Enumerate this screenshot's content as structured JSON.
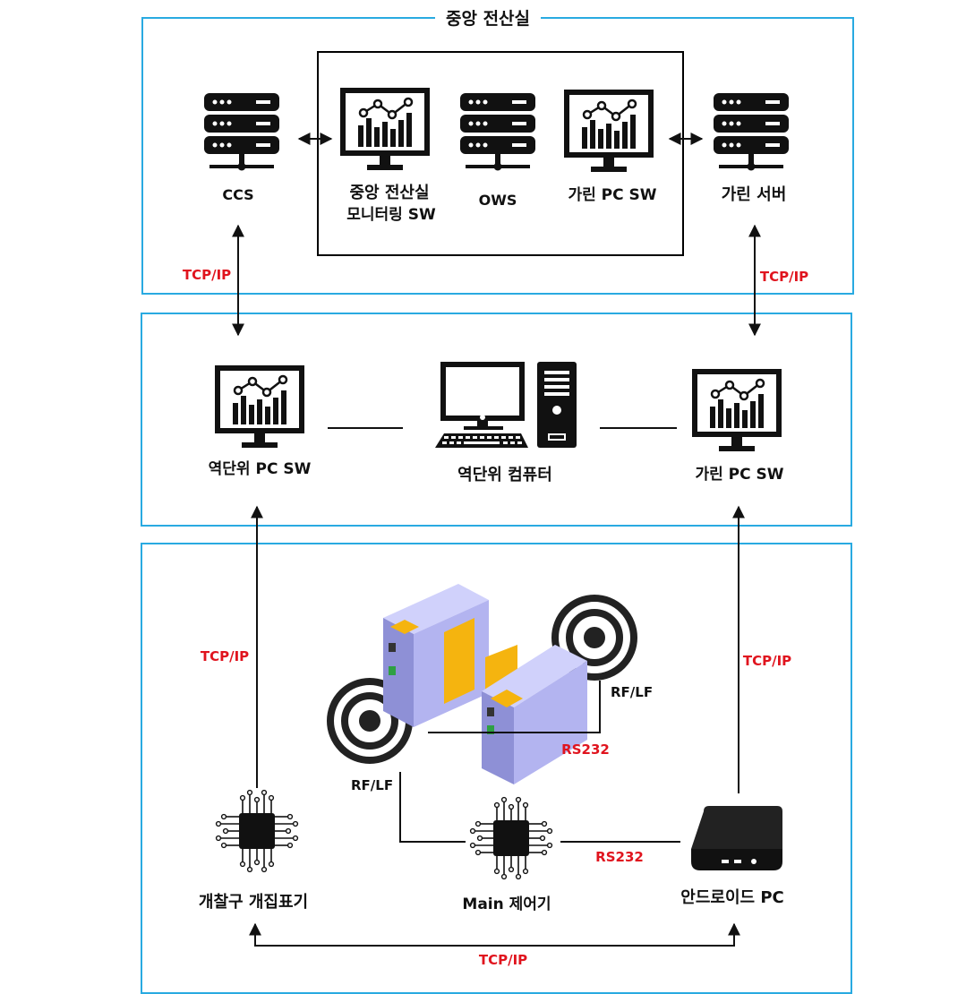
{
  "sections": {
    "central_title": "중앙 전산실"
  },
  "nodes": {
    "ccs": "CCS",
    "central_monitoring_line1": "중앙 전산실",
    "central_monitoring_line2": "모니터링 SW",
    "ows": "OWS",
    "garin_pc_sw_top": "가린 PC SW",
    "garin_server": "가린 서버",
    "station_pc_sw": "역단위 PC SW",
    "station_computer": "역단위 컴퓨터",
    "garin_pc_sw_mid": "가린 PC SW",
    "gate_collector": "개찰구 개집표기",
    "main_controller": "Main 제어기",
    "android_pc": "안드로이드 PC"
  },
  "links": {
    "tcpip_ccs": "TCP/IP",
    "tcpip_server": "TCP/IP",
    "tcpip_left": "TCP/IP",
    "tcpip_right": "TCP/IP",
    "tcpip_bottom": "TCP/IP",
    "rs232_gate": "RS232",
    "rs232_android": "RS232",
    "rflf_left": "RF/LF",
    "rflf_right": "RF/LF"
  },
  "colors": {
    "section_border": "#29aae1",
    "protocol_label": "#e0141e",
    "icon": "#111111",
    "gate_body": "#b3b4f0",
    "gate_flap": "#f5b40f"
  }
}
